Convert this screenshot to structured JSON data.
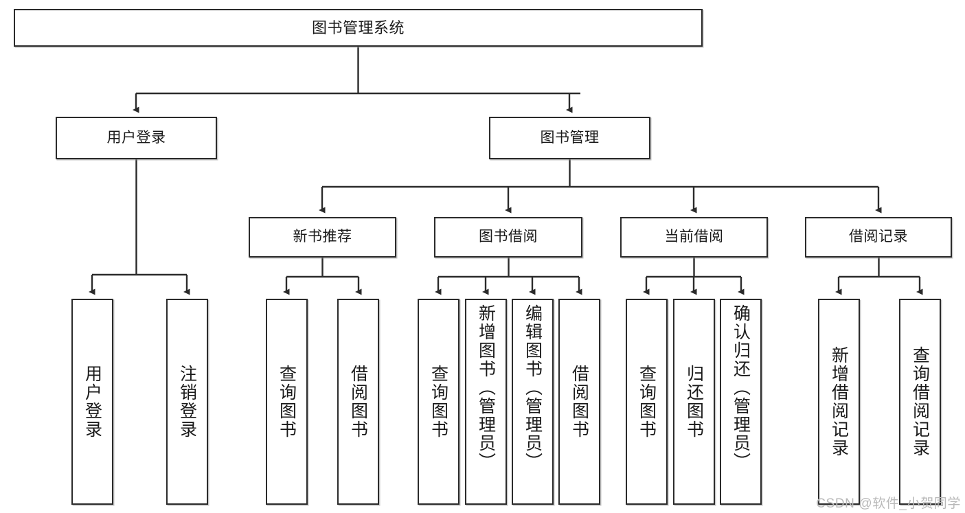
{
  "diagram": {
    "title": "图书管理系统",
    "type": "tree",
    "watermark": "CSDN @软件_小贺同学",
    "colors": {
      "border": "#2b2b2b",
      "background": "#ffffff",
      "text": "#1a1a1a",
      "wire": "#2b2b2b",
      "watermark": "#b9b9b9"
    },
    "nodes": {
      "root": {
        "label": "图书管理系统",
        "level": 1
      },
      "l2": [
        {
          "id": "user-login",
          "label": "用户登录",
          "level": 2
        },
        {
          "id": "book-manage",
          "label": "图书管理",
          "level": 2
        }
      ],
      "l3": [
        {
          "id": "new-book-recommend",
          "label": "新书推荐",
          "level": 3
        },
        {
          "id": "book-borrow",
          "label": "图书借阅",
          "level": 3
        },
        {
          "id": "current-borrow",
          "label": "当前借阅",
          "level": 3
        },
        {
          "id": "borrow-record",
          "label": "借阅记录",
          "level": 3
        }
      ],
      "leaves": [
        {
          "id": "leaf-user-login",
          "label": "用户登录",
          "parent": "user-login"
        },
        {
          "id": "leaf-user-logout",
          "label": "注销登录",
          "parent": "user-login"
        },
        {
          "id": "leaf-query-book-1",
          "label": "查询图书",
          "parent": "new-book-recommend"
        },
        {
          "id": "leaf-borrow-book-1",
          "label": "借阅图书",
          "parent": "new-book-recommend"
        },
        {
          "id": "leaf-query-book-2",
          "label": "查询图书",
          "parent": "book-borrow"
        },
        {
          "id": "leaf-add-book",
          "label": "新增图书（管理员）",
          "parent": "book-borrow"
        },
        {
          "id": "leaf-edit-book",
          "label": "编辑图书（管理员）",
          "parent": "book-borrow"
        },
        {
          "id": "leaf-borrow-book-2",
          "label": "借阅图书",
          "parent": "book-borrow"
        },
        {
          "id": "leaf-query-book-3",
          "label": "查询图书",
          "parent": "current-borrow"
        },
        {
          "id": "leaf-return-book",
          "label": "归还图书",
          "parent": "current-borrow"
        },
        {
          "id": "leaf-confirm-return",
          "label": "确认归还（管理员）",
          "parent": "current-borrow"
        },
        {
          "id": "leaf-add-record",
          "label": "新增借阅记录",
          "parent": "borrow-record"
        },
        {
          "id": "leaf-query-record",
          "label": "查询借阅记录",
          "parent": "borrow-record"
        }
      ]
    }
  }
}
